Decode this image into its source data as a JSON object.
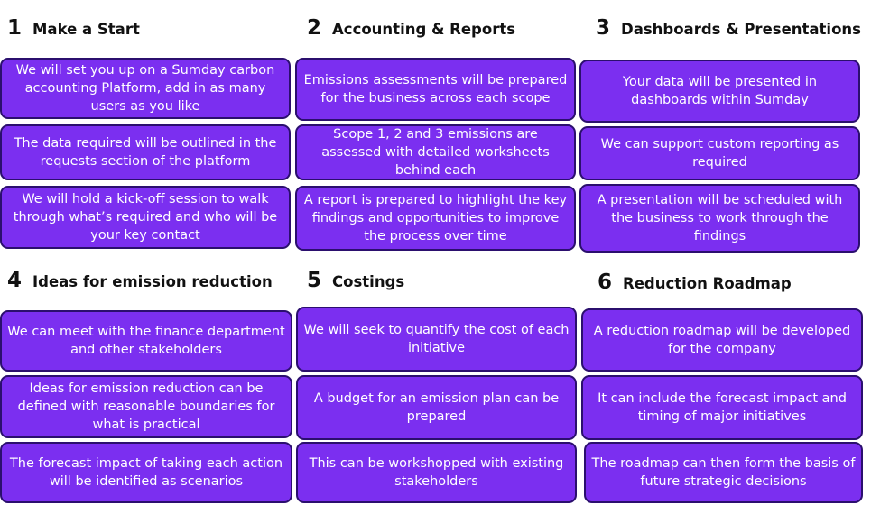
{
  "sections": [
    {
      "number": "1",
      "title": "Make a Start",
      "cards": [
        "We will set you up on a Sumday carbon accounting Platform, add in as many users as you like",
        "The data required will be outlined in the requests section of the platform",
        "We will hold a kick-off session to walk through what’s required and who will be your key contact"
      ]
    },
    {
      "number": "2",
      "title": "Accounting & Reports",
      "cards": [
        "Emissions assessments will be prepared for the business across each scope",
        "Scope 1, 2 and 3 emissions are assessed with detailed worksheets behind each",
        "A report is prepared to highlight the key findings and opportunities to improve the process over time"
      ]
    },
    {
      "number": "3",
      "title": "Dashboards & Presentations",
      "cards": [
        "Your data will be presented in dashboards within Sumday",
        "We can support custom reporting as required",
        "A presentation will be scheduled with the business to work through the findings"
      ]
    },
    {
      "number": "4",
      "title": "Ideas for emission reduction",
      "cards": [
        "We can meet with the finance department and other stakeholders",
        "Ideas for emission reduction can be defined with reasonable boundaries for what is practical",
        "The forecast impact of taking each action will be identified as scenarios"
      ]
    },
    {
      "number": "5",
      "title": "Costings",
      "cards": [
        "We will seek to quantify the cost of each initiative",
        "A budget for an emission plan can be prepared",
        "This can be workshopped with existing stakeholders"
      ]
    },
    {
      "number": "6",
      "title": "Reduction Roadmap",
      "cards": [
        "A reduction roadmap will be developed for the company",
        "It can include the forecast impact and timing of major initiatives",
        "The roadmap can then form the basis of future strategic decisions"
      ]
    }
  ],
  "colors": {
    "card_fill": "#7b2ff0",
    "card_border": "#2b0f6e",
    "card_text": "#ffffff",
    "heading_text": "#111111"
  }
}
